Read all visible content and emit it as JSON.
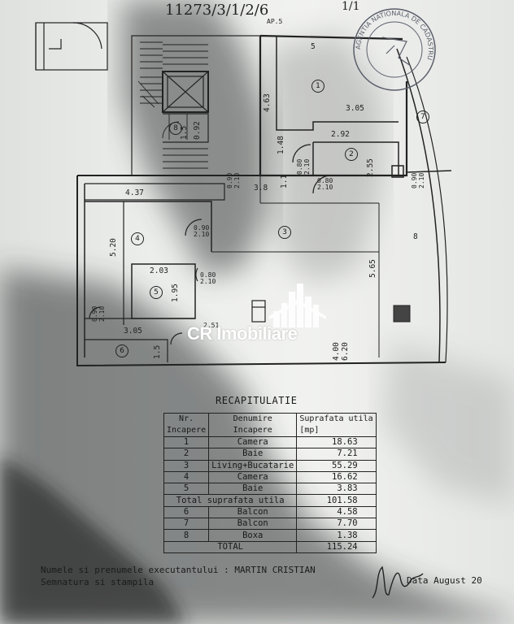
{
  "header": {
    "handwritten_ref": "11273/3/1/2/6",
    "handwritten_note": "AP.5",
    "handwritten_right": "1/1"
  },
  "stamp": {
    "text": "AGENTIA NATIONALA DE CADASTRU"
  },
  "plan": {
    "rooms": [
      "1",
      "2",
      "3",
      "4",
      "5",
      "6",
      "7",
      "8"
    ],
    "dimensions": {
      "top_5": "5",
      "r1_463": "4.63",
      "r1_305": "3.05",
      "r2_292": "2.92",
      "r2_255": "2.55",
      "h148": "1.48",
      "d1_150": "1.5",
      "d092": "0.92",
      "door1": "0.90",
      "door1b": "2.10",
      "d38": "3.8",
      "d11": "1.1",
      "door2": "0.80",
      "door2b": "2.10",
      "door3": "0.80",
      "door3b": "2.10",
      "door4": "0.90",
      "door4b": "2.10",
      "r4_437": "4.37",
      "r4_520": "5.20",
      "r4_door": "0.90",
      "r4_doorb": "2.10",
      "r3_8": "8",
      "r3_565": "5.65",
      "r5_203": "2.03",
      "r5_195": "1.95",
      "r5_door": "0.80",
      "r5_doorb": "2.10",
      "r6_305": "3.05",
      "r6_15": "1.5",
      "r6_door": "0.90",
      "r6_doorb": "2.10",
      "big_400": "4.00",
      "big_620": "6.20",
      "f251": "2.51"
    }
  },
  "watermark": {
    "text": "CR Imobiliare"
  },
  "recap": {
    "title": "RECAPITULATIE",
    "headers": {
      "nr": "Nr.",
      "nr2": "Incapere",
      "name": "Denumire",
      "name2": "Incapere",
      "area": "Suprafata utila",
      "area2": "[mp]"
    },
    "rows": [
      {
        "nr": "1",
        "name": "Camera",
        "area": "18.63"
      },
      {
        "nr": "2",
        "name": "Baie",
        "area": "7.21"
      },
      {
        "nr": "3",
        "name": "Living+Bucatarie",
        "area": "55.29"
      },
      {
        "nr": "4",
        "name": "Camera",
        "area": "16.62"
      },
      {
        "nr": "5",
        "name": "Baie",
        "area": "3.83"
      }
    ],
    "subtotal": {
      "label": "Total suprafata utila",
      "area": "101.58"
    },
    "rows2": [
      {
        "nr": "6",
        "name": "Balcon",
        "area": "4.58"
      },
      {
        "nr": "7",
        "name": "Balcon",
        "area": "7.70"
      },
      {
        "nr": "8",
        "name": "Boxa",
        "area": "1.38"
      }
    ],
    "total": {
      "label": "TOTAL",
      "area": "115.24"
    }
  },
  "footer": {
    "line1": "Numele si prenumele executantului : MARTIN CRISTIAN",
    "line2": "Semnatura si stampila",
    "date": "Data August 20"
  },
  "colors": {
    "ink": "#1a1a1a",
    "paper": "#eceeec",
    "shadow": "#2a2d2c",
    "stamp": "#5a5e6a"
  }
}
